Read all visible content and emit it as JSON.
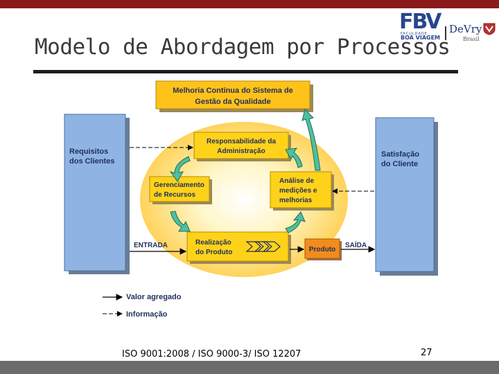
{
  "slide": {
    "title": "Modelo de Abordagem por Processos",
    "footer": "ISO 9001:2008 / ISO 9000-3/ ISO 12207",
    "page_number": "27"
  },
  "logos": {
    "fbv": "FBV",
    "fbv_faculdade": "FACULDADE",
    "fbv_sub": "BOA VIAGEM",
    "devry": "DeVry",
    "devry_sub": "Brasil"
  },
  "diagram": {
    "top_box": [
      "Melhoria Contínua do Sistema de",
      "Gestão da Qualidade"
    ],
    "left_box": [
      "Requisitos",
      "dos Clientes"
    ],
    "right_box": [
      "Satisfação",
      "do Cliente"
    ],
    "responsabilidade": [
      "Responsabilidade da",
      "Administração"
    ],
    "gerenciamento": [
      "Gerenciamento",
      "de Recursos"
    ],
    "analise": [
      "Análise de",
      "medições e",
      "melhorias"
    ],
    "realizacao": [
      "Realização",
      "do Produto"
    ],
    "produto": "Produto",
    "entrada": "ENTRADA",
    "saida": "SAÍDA",
    "legend_valor": "Valor agregado",
    "legend_info": "Informação"
  },
  "colors": {
    "top_bar": "#8b1a1a",
    "bottom_bar": "#6b6b6b",
    "side_box": "#8fb4e3",
    "process_box": "#ffd21a",
    "product_box": "#f28c1c",
    "cycle_arrow": "#4fbf9f"
  }
}
